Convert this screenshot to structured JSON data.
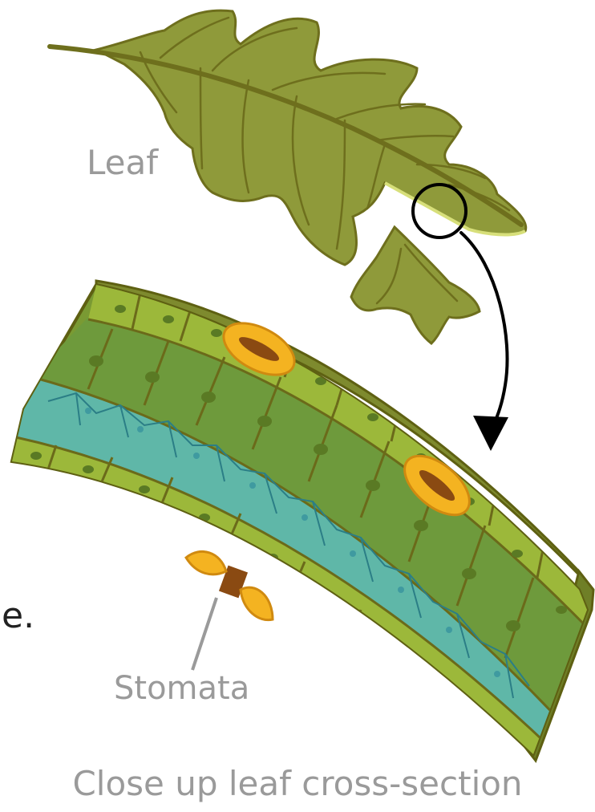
{
  "labels": {
    "leaf": "Leaf",
    "stomata": "Stomata",
    "caption": "Close up leaf cross-section",
    "edge_text_fragment": "e."
  },
  "colors": {
    "leaf_fill": "#8f9a3a",
    "leaf_vein": "#6e6f1d",
    "top_surface": "#7e8a2e",
    "epidermis_cell": "#9cb83a",
    "palisade_cell": "#6e9a3c",
    "spongy_cell": "#5fb7a8",
    "cell_wall": "#6b6a1a",
    "stoma_guard": "#f4b321",
    "stoma_pore": "#8a4a12",
    "label_gray": "#9a9a9a"
  },
  "icons": [
    "oak-leaf",
    "magnifier-circle",
    "curved-arrow"
  ]
}
